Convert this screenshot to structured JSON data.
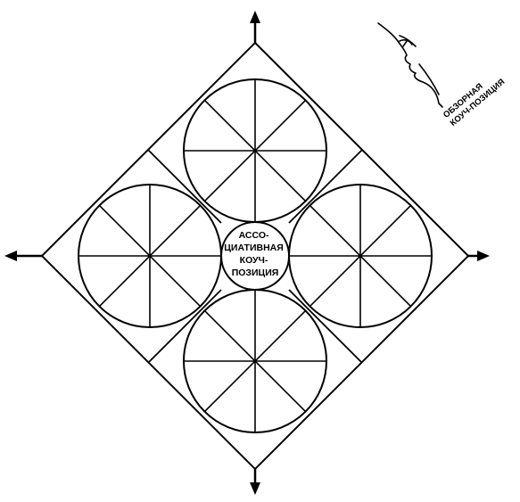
{
  "center_label": {
    "lines": [
      "АССО-",
      "ЦИАТИВНАЯ",
      "КОУЧ-",
      "ПОЗИЦИЯ"
    ]
  },
  "observer_label": {
    "lines": [
      "ОБЗОРНАЯ",
      "КОУЧ-ПОЗИЦИЯ"
    ]
  },
  "colors": {
    "stroke": "#000000",
    "background": "#ffffff"
  }
}
